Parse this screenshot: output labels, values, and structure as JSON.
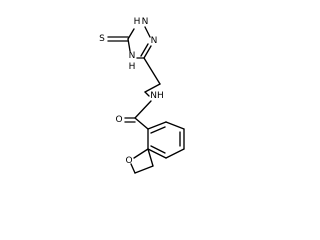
{
  "molecule": {
    "atom_labels": {
      "thione_s": "S",
      "triazole_n1h": "N",
      "triazole_n1h_h": "H",
      "triazole_n2": "N",
      "triazole_n4h": "N",
      "triazole_n4h_h": "H",
      "amide_nh": "NH",
      "carbonyl_o": "O",
      "ring_o": "O"
    },
    "line_color": "#000000",
    "background": "#ffffff"
  }
}
